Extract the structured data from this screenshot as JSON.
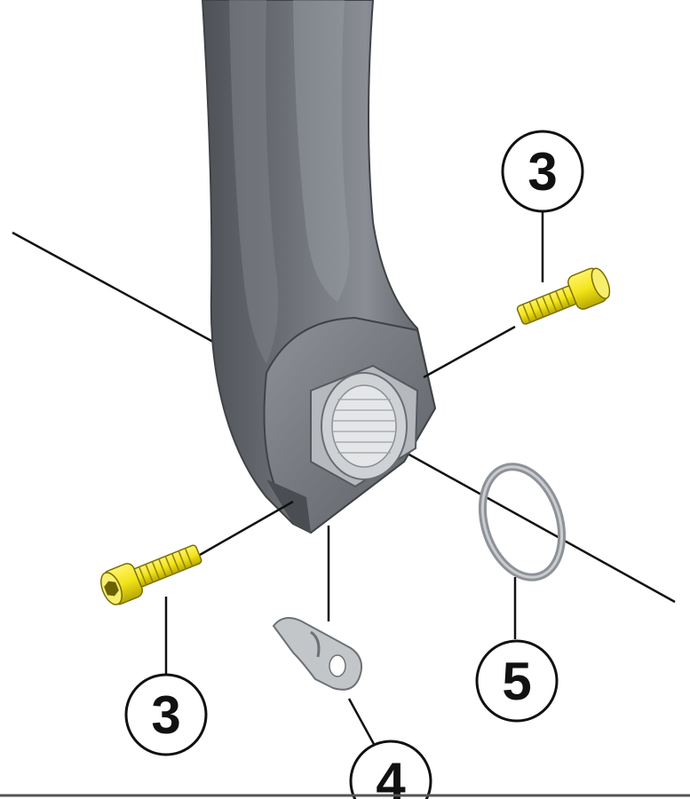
{
  "diagram": {
    "callouts": [
      {
        "id": "top-bolt",
        "label": "3"
      },
      {
        "id": "bottom-bolt",
        "label": "3"
      },
      {
        "id": "plate",
        "label": "4"
      },
      {
        "id": "ring",
        "label": "5"
      }
    ],
    "colors": {
      "arm_dark": "#5f6368",
      "arm_mid": "#7d8187",
      "arm_light": "#a9adb2",
      "bolt_yellow": "#f2e41a",
      "bolt_outline": "#7a6d00",
      "ring_gray": "#9a9ea3",
      "line": "#111111"
    }
  }
}
